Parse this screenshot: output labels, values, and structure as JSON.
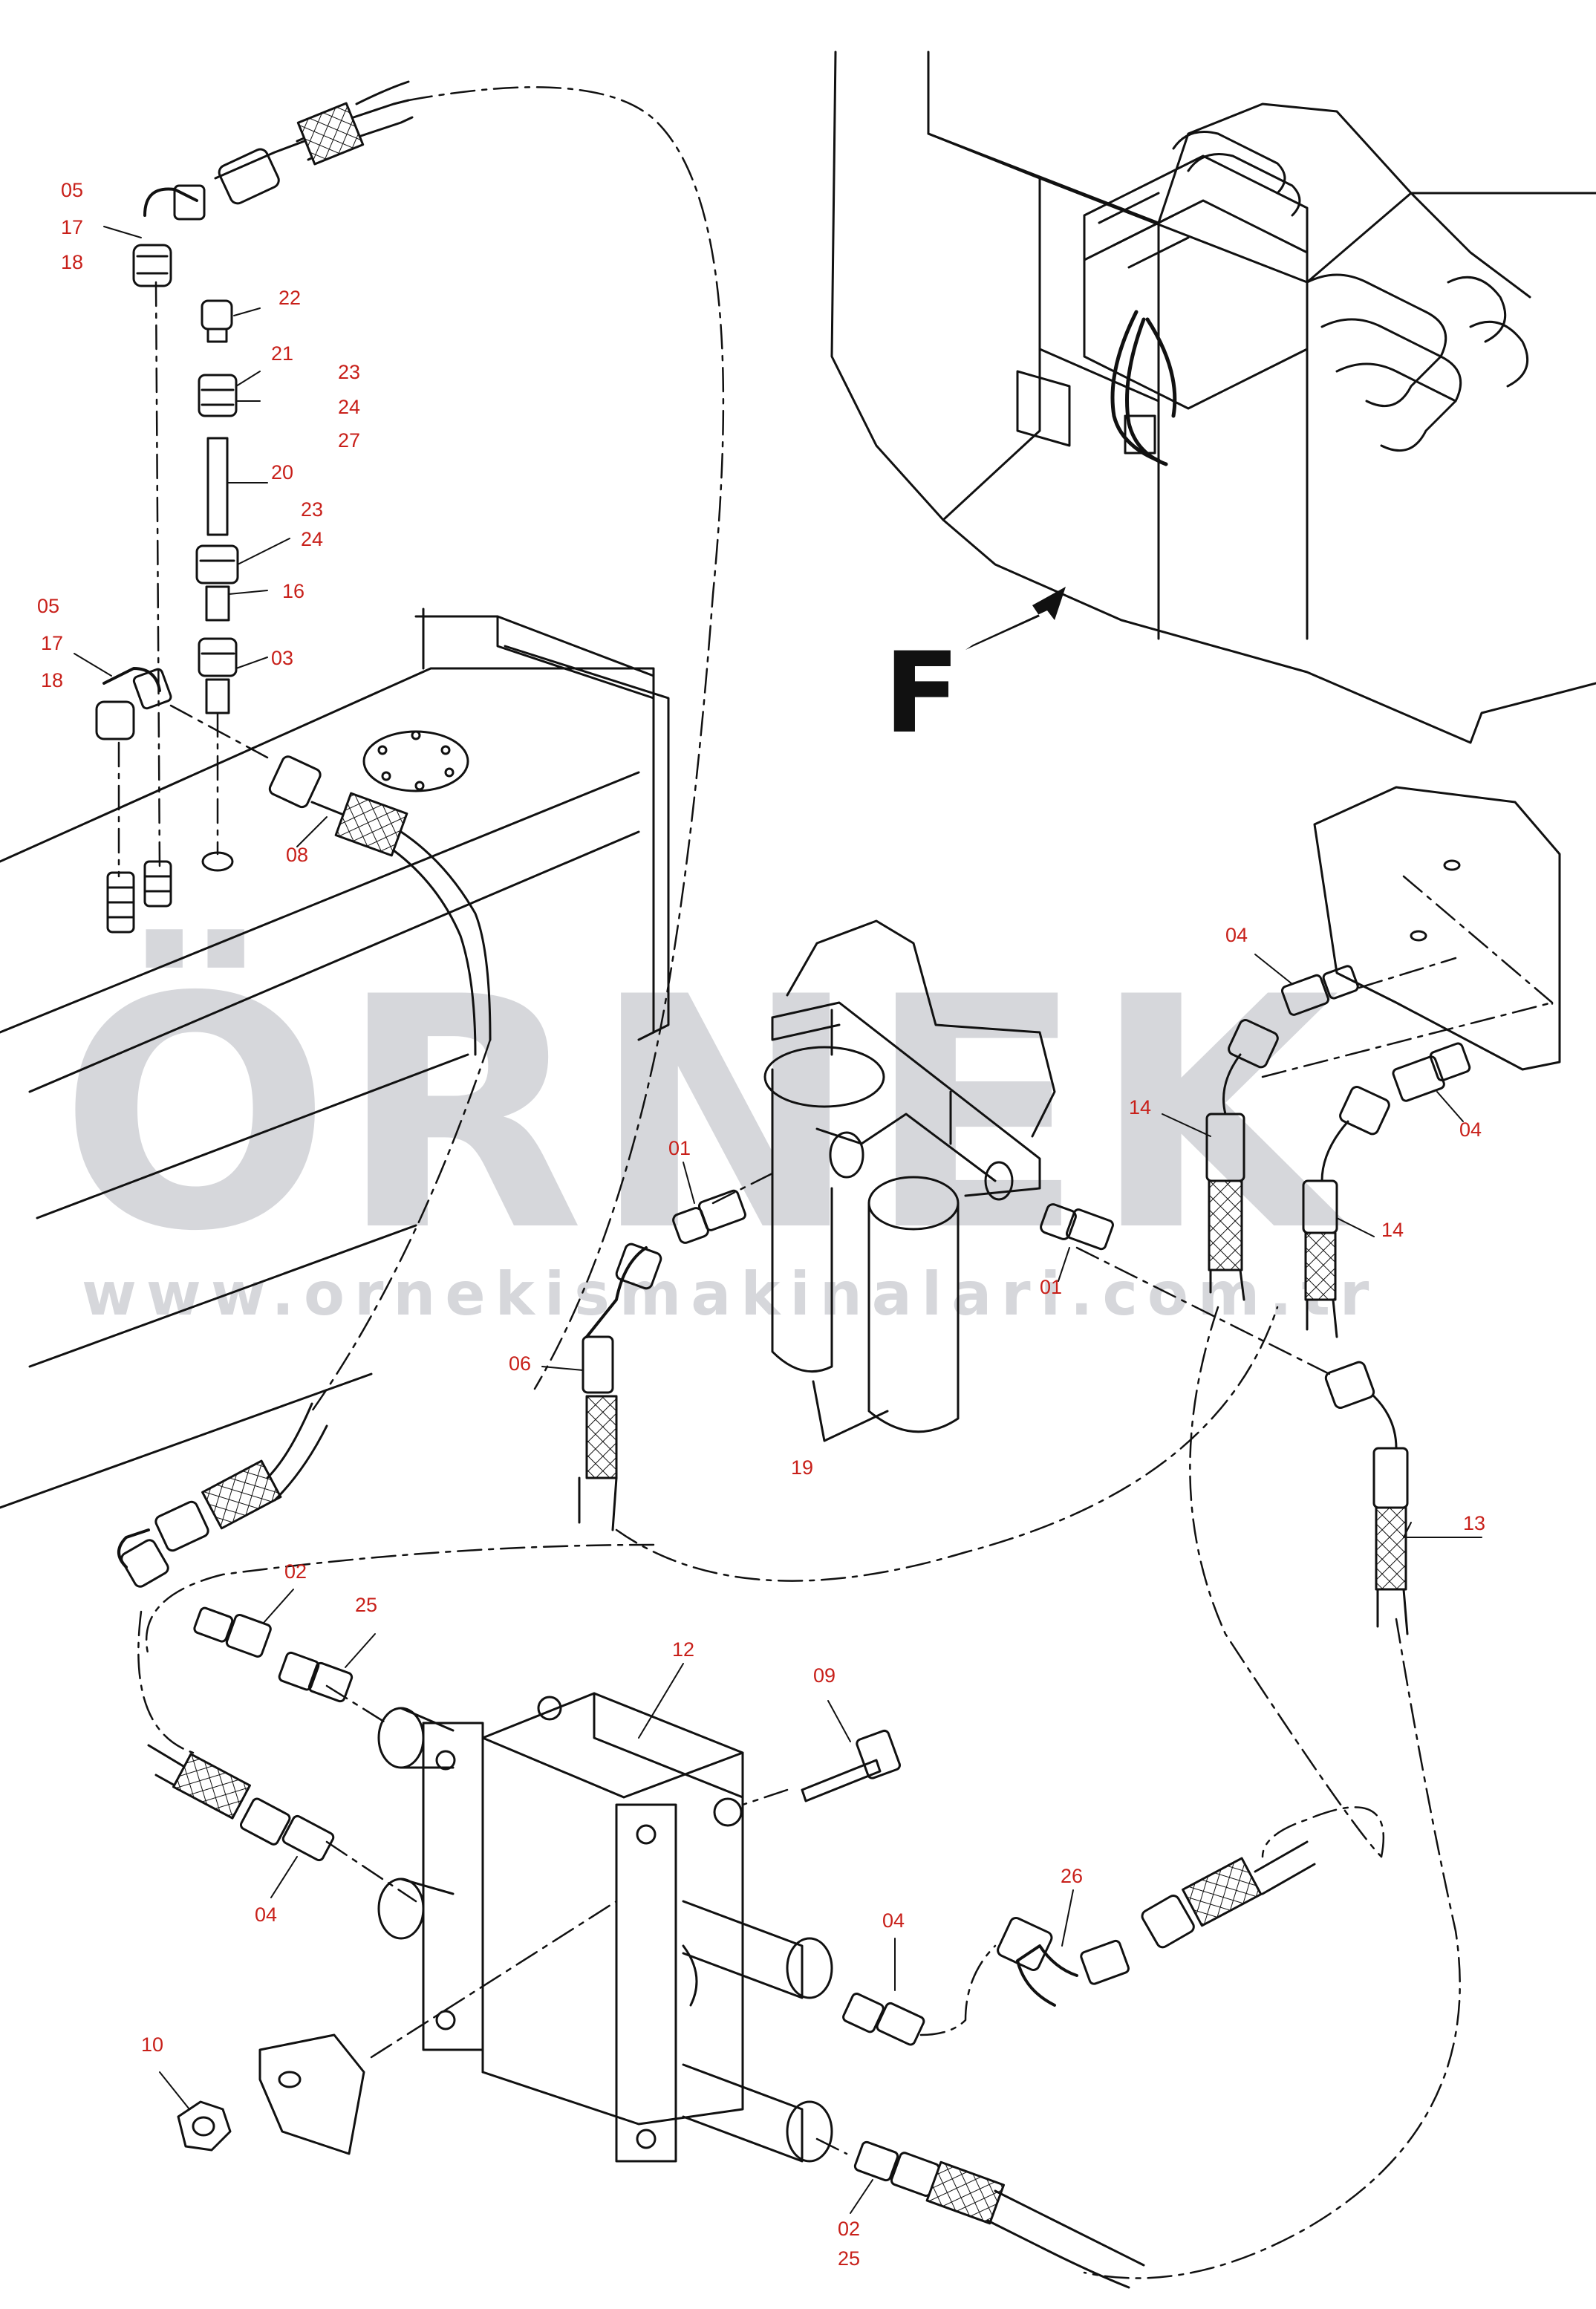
{
  "colors": {
    "callout_text": "#c8201a",
    "line": "#111111",
    "watermark_text": "#d6d7db",
    "watermark_accent": "#f5d76e",
    "background": "#ffffff"
  },
  "view": {
    "label": "F",
    "arrow_icon": "view-direction-arrow-icon"
  },
  "watermark": {
    "brand": "ÖRNEK",
    "url": "www.ornekismakinalari.com.tr"
  },
  "callouts": [
    {
      "id": "c1",
      "text": "05"
    },
    {
      "id": "c2",
      "text": "17"
    },
    {
      "id": "c3",
      "text": "18"
    },
    {
      "id": "c4",
      "text": "22"
    },
    {
      "id": "c5",
      "text": "21"
    },
    {
      "id": "c6",
      "text": "23"
    },
    {
      "id": "c7",
      "text": "24"
    },
    {
      "id": "c8",
      "text": "27"
    },
    {
      "id": "c9",
      "text": "20"
    },
    {
      "id": "c10",
      "text": "23"
    },
    {
      "id": "c11",
      "text": "24"
    },
    {
      "id": "c12",
      "text": "16"
    },
    {
      "id": "c13",
      "text": "03"
    },
    {
      "id": "c14",
      "text": "05"
    },
    {
      "id": "c15",
      "text": "17"
    },
    {
      "id": "c16",
      "text": "18"
    },
    {
      "id": "c17",
      "text": "08"
    },
    {
      "id": "c18",
      "text": "04"
    },
    {
      "id": "c19",
      "text": "14"
    },
    {
      "id": "c20",
      "text": "04"
    },
    {
      "id": "c21",
      "text": "14"
    },
    {
      "id": "c22",
      "text": "01"
    },
    {
      "id": "c23",
      "text": "01"
    },
    {
      "id": "c24",
      "text": "06"
    },
    {
      "id": "c25",
      "text": "19"
    },
    {
      "id": "c26",
      "text": "13"
    },
    {
      "id": "c27",
      "text": "02"
    },
    {
      "id": "c28",
      "text": "25"
    },
    {
      "id": "c29",
      "text": "12"
    },
    {
      "id": "c30",
      "text": "09"
    },
    {
      "id": "c31",
      "text": "04"
    },
    {
      "id": "c32",
      "text": "26"
    },
    {
      "id": "c33",
      "text": "04"
    },
    {
      "id": "c34",
      "text": "10"
    },
    {
      "id": "c35",
      "text": "02"
    },
    {
      "id": "c36",
      "text": "25"
    }
  ]
}
